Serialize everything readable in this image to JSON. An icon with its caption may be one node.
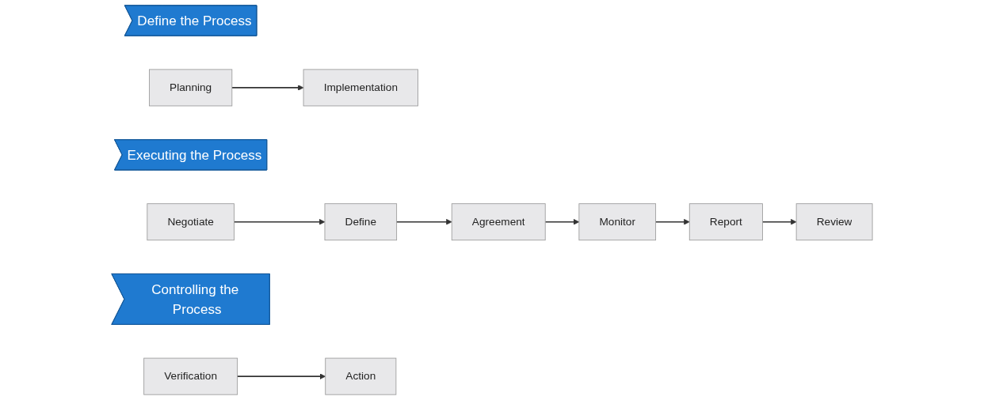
{
  "diagram": {
    "nodes": [
      {
        "text": [
          "Define the Process"
        ]
      },
      {
        "text": [
          "Planning"
        ]
      },
      {
        "text": [
          "Implementation"
        ]
      },
      {
        "text": [
          "Executing the Process"
        ]
      },
      {
        "text": [
          "Negotiate"
        ]
      },
      {
        "text": [
          "Define"
        ]
      },
      {
        "text": [
          "Agreement"
        ]
      },
      {
        "text": [
          "Monitor"
        ]
      },
      {
        "text": [
          "Report"
        ]
      },
      {
        "text": [
          "Review"
        ]
      },
      {
        "text": [
          "Controlling the Process"
        ]
      },
      {
        "text": [
          "Verification"
        ]
      },
      {
        "text": [
          "Action"
        ]
      }
    ],
    "edges": [
      {
        "from": 1,
        "to": 2,
        "arrow": "to"
      },
      {
        "from": 4,
        "to": 5,
        "arrow": "to"
      },
      {
        "from": 5,
        "to": 6,
        "arrow": "to"
      },
      {
        "from": 6,
        "to": 7,
        "arrow": "to"
      },
      {
        "from": 7,
        "to": 8,
        "arrow": "to"
      },
      {
        "from": 8,
        "to": 9,
        "arrow": "to"
      },
      {
        "from": 11,
        "to": 12,
        "arrow": "to"
      }
    ]
  }
}
